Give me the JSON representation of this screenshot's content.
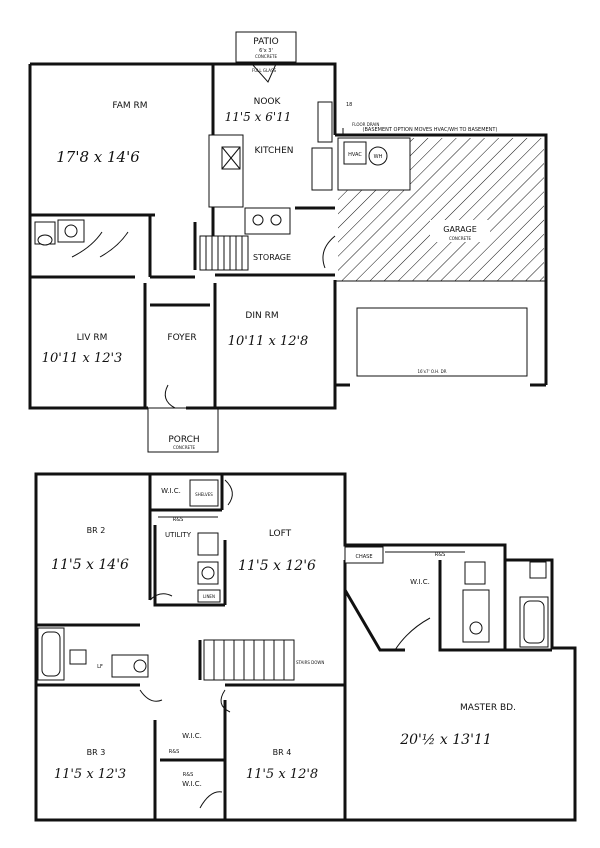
{
  "first_floor": {
    "patio": {
      "name": "PATIO",
      "size": "6'x 3'",
      "material": "CONCRETE"
    },
    "full_glass": "FULL GLASS",
    "fam_rm": {
      "name": "FAM RM",
      "size": "17'8 x 14'6"
    },
    "nook": {
      "name": "NOOK",
      "size": "11'5 x 6'11"
    },
    "kitchen": {
      "name": "KITCHEN"
    },
    "basement_note": "(BASEMENT OPTION MOVES HVAC/WH TO BASEMENT)",
    "floor_drain": "FLOOR DRAIN",
    "hvac": "HVAC",
    "wh": "WH",
    "storage": "STORAGE",
    "garage": {
      "name": "GARAGE",
      "material": "CONCRETE",
      "note": "16'x7' O.H. DR"
    },
    "liv_rm": {
      "name": "LIV RM",
      "size": "10'11 x 12'3"
    },
    "foyer": {
      "name": "FOYER"
    },
    "din_rm": {
      "name": "DIN RM",
      "size": "10'11 x 12'8"
    },
    "porch": {
      "name": "PORCH",
      "material": "CONCRETE"
    },
    "dim_18": "18"
  },
  "second_floor": {
    "wic_1": "W.I.C.",
    "shelves": "SHELVES",
    "res_1": "R&S",
    "br2": {
      "name": "BR 2",
      "size": "11'5 x 14'6"
    },
    "utility": "UTILITY",
    "loft": {
      "name": "LOFT",
      "size": "11'5 x 12'6"
    },
    "linen": "LINEN",
    "chase": "CHASE",
    "wic_master": "W.I.C.",
    "res_master": "R&S",
    "stairs": "STAIRS DOWN",
    "lf": "LF",
    "master": {
      "name": "MASTER BD.",
      "size": "20'½ x 13'11"
    },
    "wic_3": "W.I.C.",
    "wic_4": "W.I.C.",
    "res_3": "R&S",
    "res_4": "R&S",
    "br3": {
      "name": "BR 3",
      "size": "11'5 x 12'3"
    },
    "br4": {
      "name": "BR 4",
      "size": "11'5 x 12'8"
    }
  }
}
